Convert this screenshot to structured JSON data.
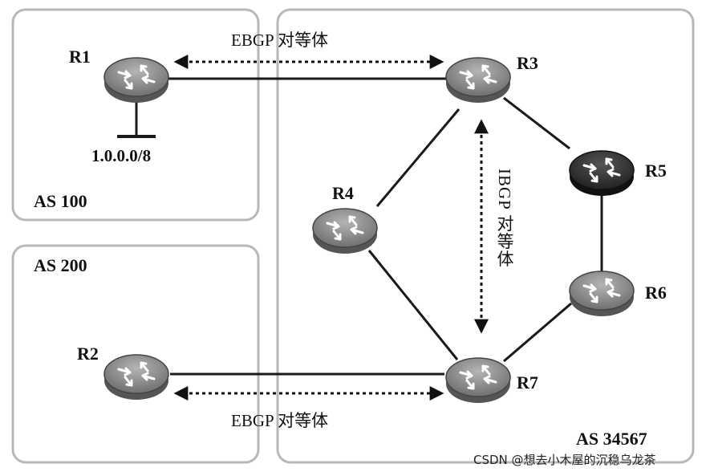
{
  "regions": {
    "as100": "AS 100",
    "as200": "AS 200",
    "as34567": "AS 34567"
  },
  "routers": {
    "r1": "R1",
    "r2": "R2",
    "r3": "R3",
    "r4": "R4",
    "r5": "R5",
    "r6": "R6",
    "r7": "R7"
  },
  "prefix": "1.0.0.0/8",
  "peerings": {
    "ebgp_top": "EBGP 对等体",
    "ebgp_bottom": "EBGP 对等体",
    "ibgp": "IBGP 对等体"
  },
  "watermark": "CSDN @想去小木屋的沉稳乌龙茶",
  "colors": {
    "border": "#b8b8b8",
    "link": "#1a1a1a",
    "router_body": "#8a8a8a",
    "router_dark": "#3a3a3a"
  }
}
